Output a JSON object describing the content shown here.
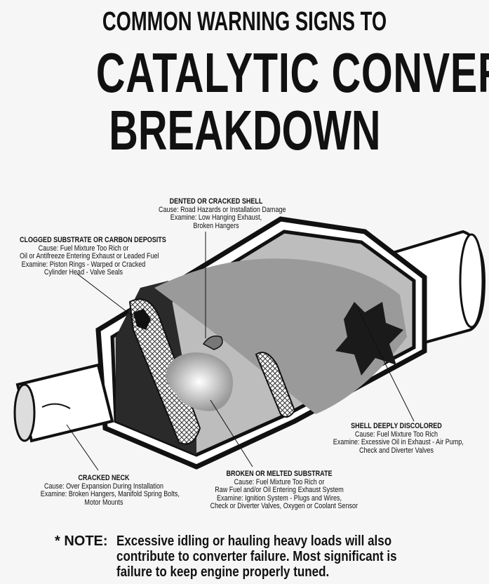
{
  "title": {
    "line1": "COMMON WARNING SIGNS TO",
    "line2": "CATALYTIC CONVERTER",
    "line3": "BREAKDOWN"
  },
  "labels": {
    "dented_shell": {
      "heading": "DENTED OR CRACKED SHELL",
      "lines": [
        "Cause: Road Hazards or Installation Damage",
        "Examine: Low Hanging Exhaust,",
        "Broken Hangers"
      ]
    },
    "clogged_substrate": {
      "heading": "CLOGGED SUBSTRATE OR CARBON DEPOSITS",
      "lines": [
        "Cause: Fuel Mixture Too Rich or",
        "Oil or Antifreeze Entering Exhaust or Leaded Fuel",
        "Examine: Piston Rings - Warped or Cracked",
        "Cylinder Head - Valve Seals"
      ]
    },
    "shell_discolored": {
      "heading": "SHELL DEEPLY DISCOLORED",
      "lines": [
        "Cause: Fuel Mixture Too Rich",
        "Examine: Excessive Oil in Exhaust - Air Pump,",
        "Check and Diverter Valves"
      ]
    },
    "cracked_neck": {
      "heading": "CRACKED NECK",
      "lines": [
        "Cause: Over Expansion During Installation",
        "Examine: Broken Hangers, Manifold Spring Bolts,",
        "Motor Mounts"
      ]
    },
    "broken_substrate": {
      "heading": "BROKEN OR MELTED SUBSTRATE",
      "lines": [
        "Cause: Fuel Mixture Too Rich or",
        "Raw Fuel and/or Oil Entering Exhaust System",
        "Examine: Ignition System - Plugs and Wires,",
        "Check or Diverter Valves, Oxygen or Coolant Sensor"
      ]
    }
  },
  "note": {
    "marker": "* NOTE:",
    "lines": [
      "Excessive idling or hauling heavy loads will also",
      "contribute to converter failure. Most significant is",
      "failure to keep engine properly tuned."
    ]
  }
}
